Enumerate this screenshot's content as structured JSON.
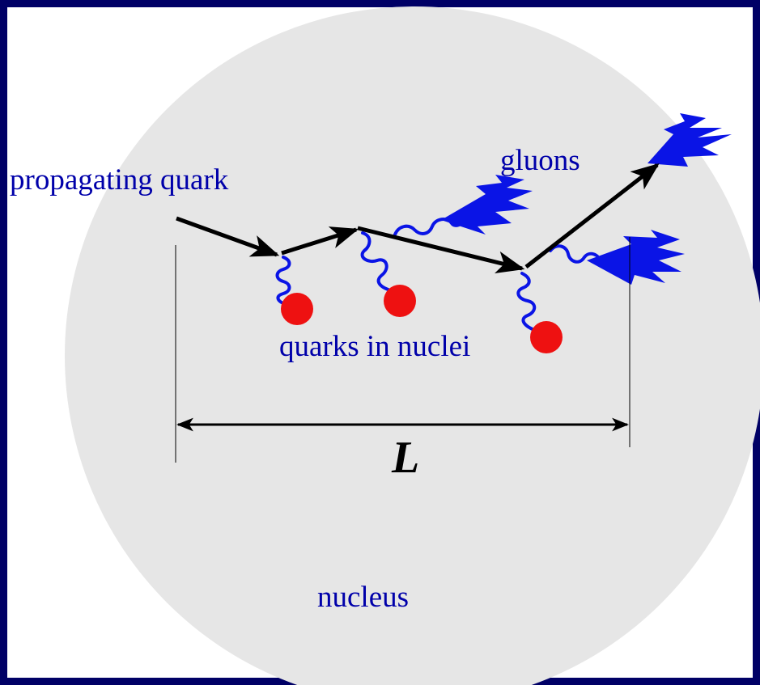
{
  "labels": {
    "propagating_quark": "propagating quark",
    "gluons": "gluons",
    "quarks_in_nuclei": "quarks in nuclei",
    "length": "L",
    "nucleus": "nucleus"
  },
  "colors": {
    "background_border": "#000066",
    "nucleus": "#e6e6e6",
    "text": "#0000aa",
    "gluon": "#0a14e6",
    "quark": "#ee1111",
    "trajectory": "#000000"
  }
}
